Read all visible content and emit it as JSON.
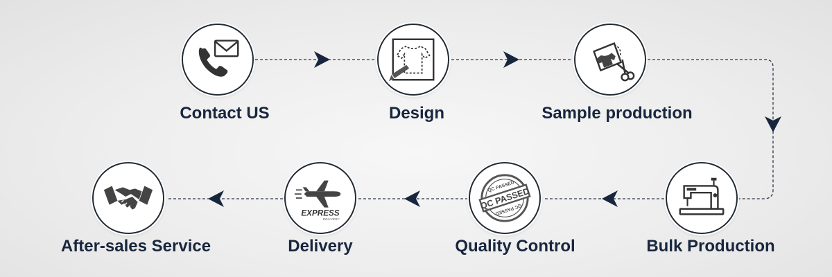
{
  "steps": [
    {
      "label": "Contact US",
      "icon": "phone-envelope-icon"
    },
    {
      "label": "Design",
      "icon": "tshirt-design-icon"
    },
    {
      "label": "Sample production",
      "icon": "tshirt-scissors-icon"
    },
    {
      "label": "Bulk Production",
      "icon": "sewing-machine-icon"
    },
    {
      "label": "Quality Control",
      "icon": "qc-passed-stamp-icon"
    },
    {
      "label": "Delivery",
      "icon": "express-delivery-plane-icon"
    },
    {
      "label": "After-sales Service",
      "icon": "handshake-icon"
    }
  ],
  "stamp_text": {
    "main": "QC PASSED",
    "ring": "QC PASSED"
  },
  "delivery_text": {
    "main": "EXPRESS",
    "sub": "DELIVERY"
  },
  "colors": {
    "navy": "#18263d",
    "icon": "#3a3a3a",
    "line": "#2a3548"
  }
}
